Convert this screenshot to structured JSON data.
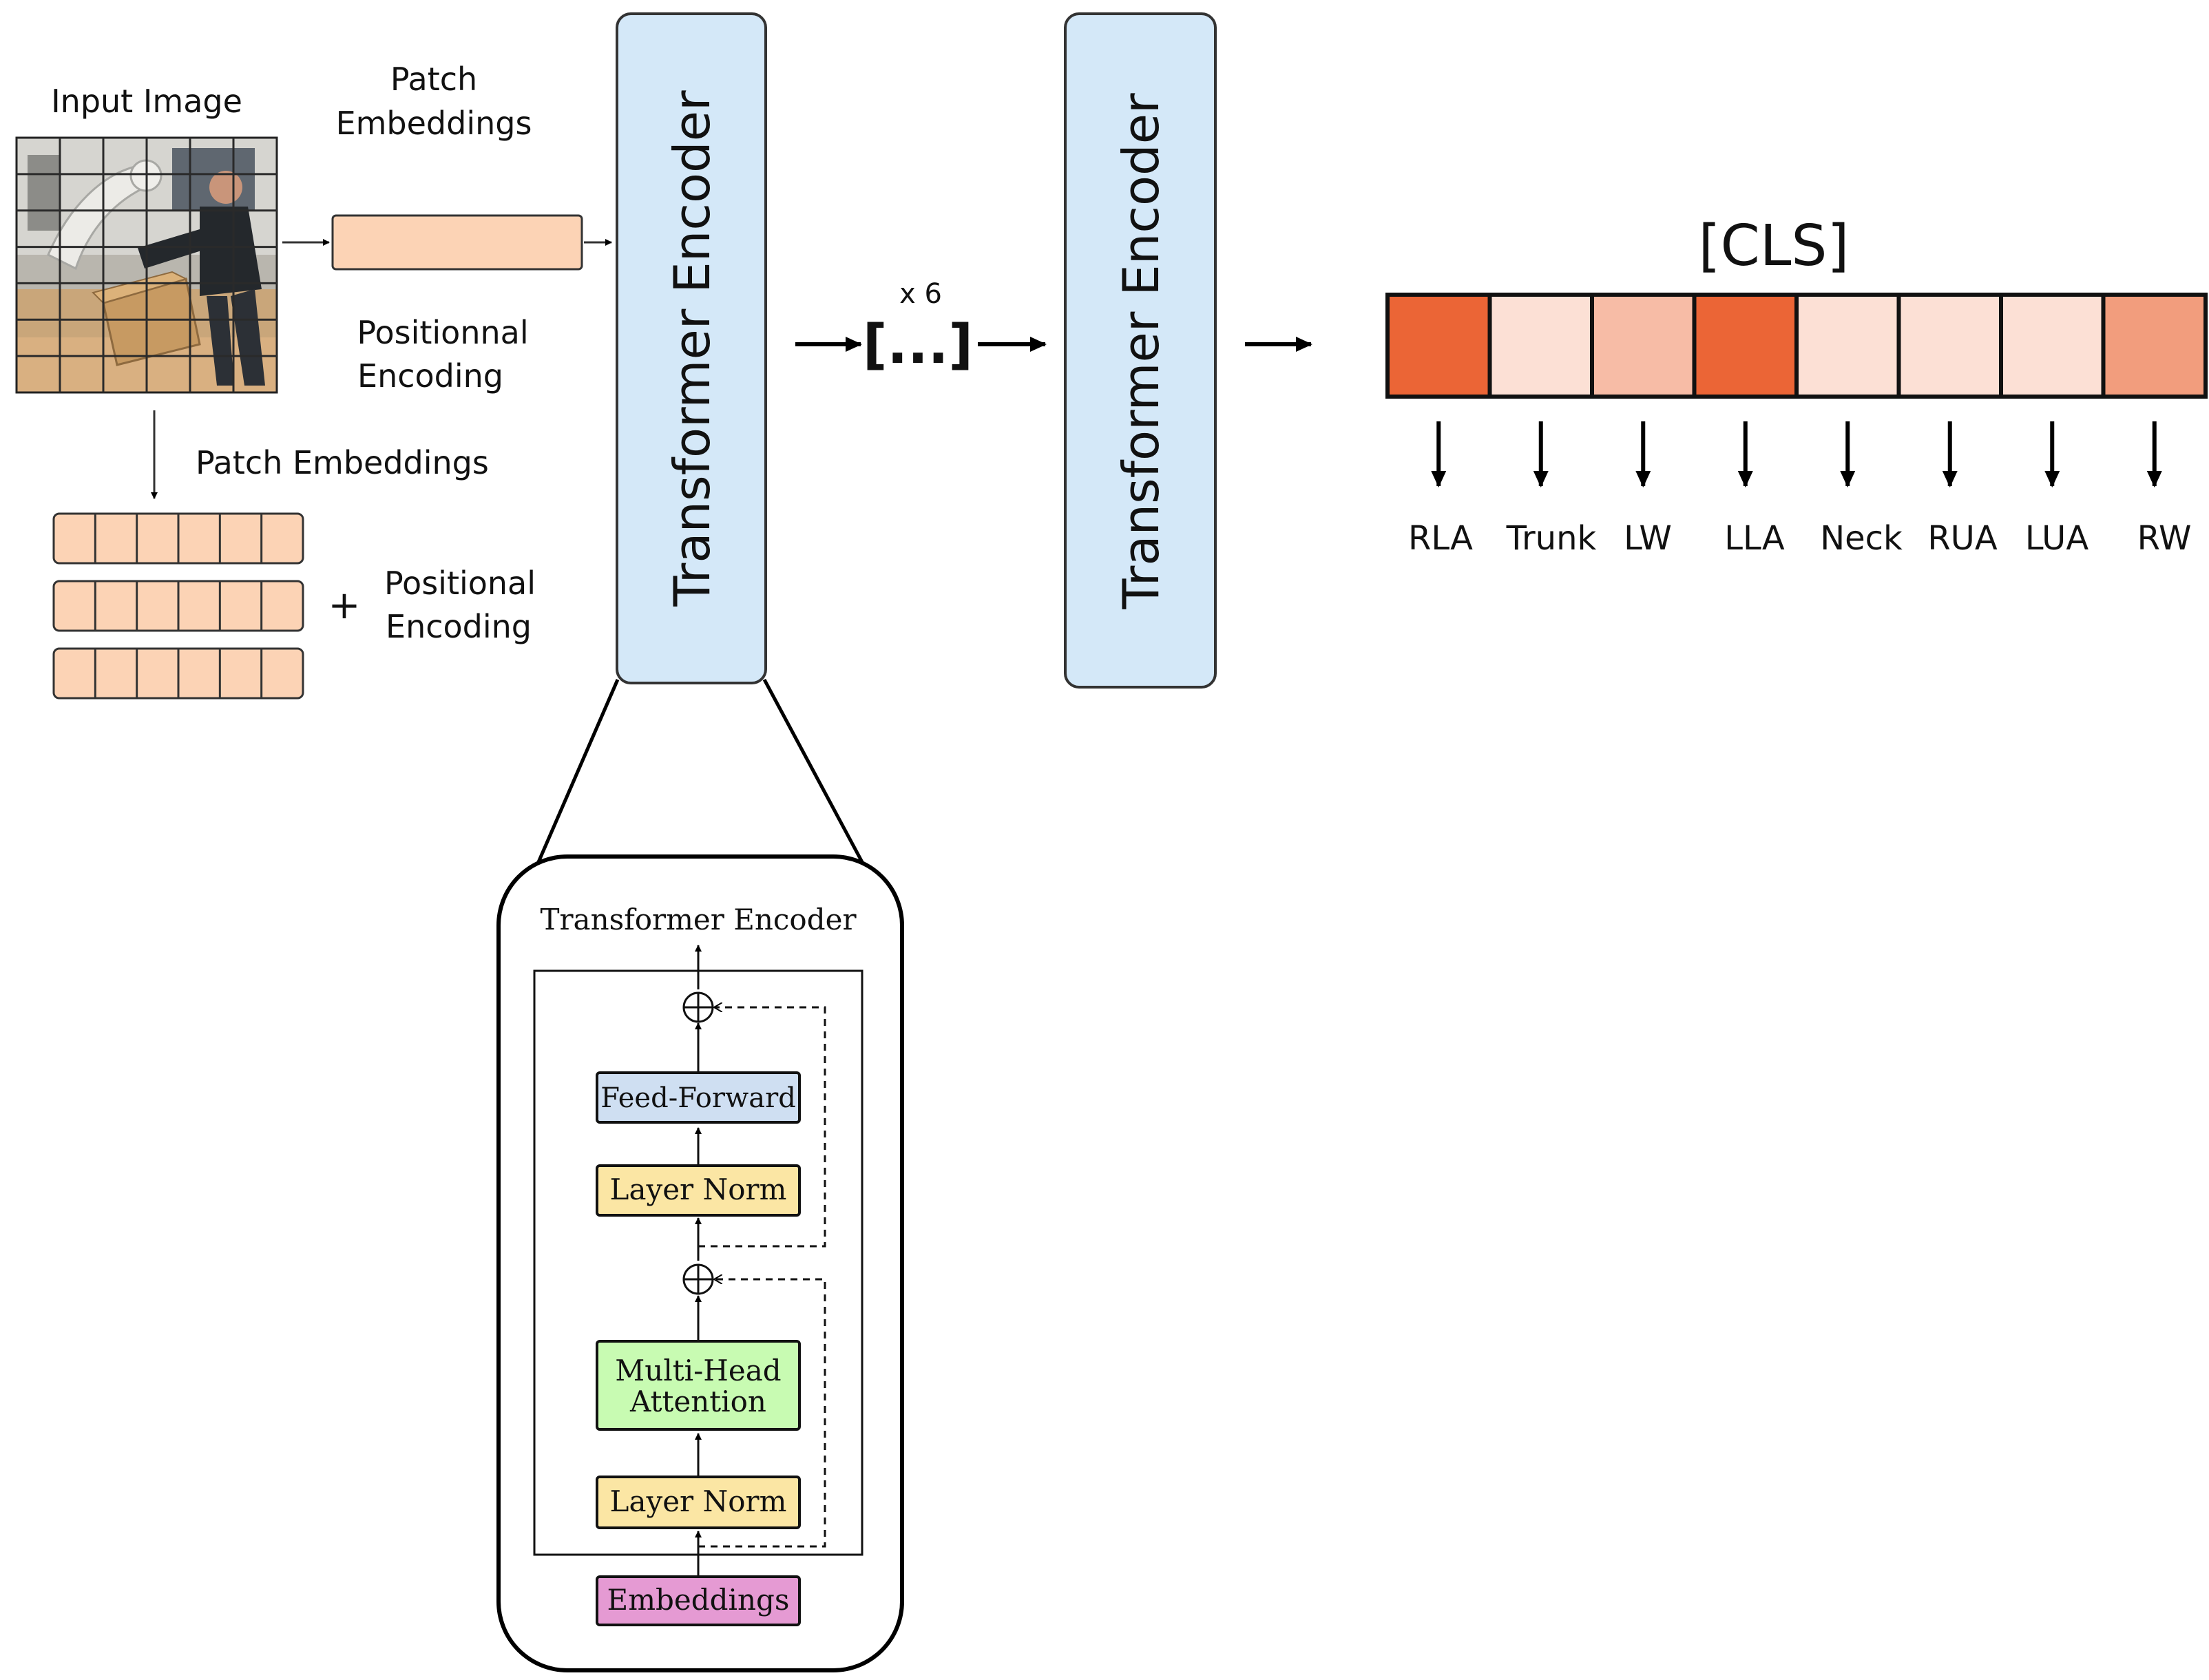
{
  "input": {
    "label": "Input Image"
  },
  "top_branch": {
    "label_patch": [
      "Patch",
      "Embeddings"
    ],
    "label_positional": [
      "Positionnal",
      "Encoding"
    ]
  },
  "left_branch": {
    "label_patch": "Patch Embeddings",
    "plus": "+",
    "label_positional": [
      "Positional",
      "Encoding"
    ]
  },
  "encoders": {
    "first_label": "Transformer Encoder",
    "repeat_label": "x 6",
    "ellipsis": "[...]",
    "last_label": "Transformer Encoder"
  },
  "cls": {
    "label": "[CLS]",
    "tokens": [
      "RLA",
      "Trunk",
      "LW",
      "LLA",
      "Neck",
      "RUA",
      "LUA",
      "RW"
    ],
    "colors": [
      "#eb6536",
      "#fce0d5",
      "#f7bca6",
      "#eb6536",
      "#fce0d5",
      "#fce0d5",
      "#fce0d5",
      "#f29d7d"
    ]
  },
  "detail": {
    "title": "Transformer Encoder",
    "blocks": {
      "feed_forward": "Feed-Forward",
      "layer_norm_top": "Layer Norm",
      "multi_head": [
        "Multi-Head",
        "Attention"
      ],
      "layer_norm_bottom": "Layer Norm",
      "embeddings": "Embeddings"
    }
  },
  "colors": {
    "patch": "#fcd3b5",
    "encoder": "#d4e8f8",
    "feed_forward": "#cfdff2",
    "layer_norm": "#fbe6a4",
    "attention": "#c8fbb2",
    "embeddings": "#e59ad3"
  }
}
